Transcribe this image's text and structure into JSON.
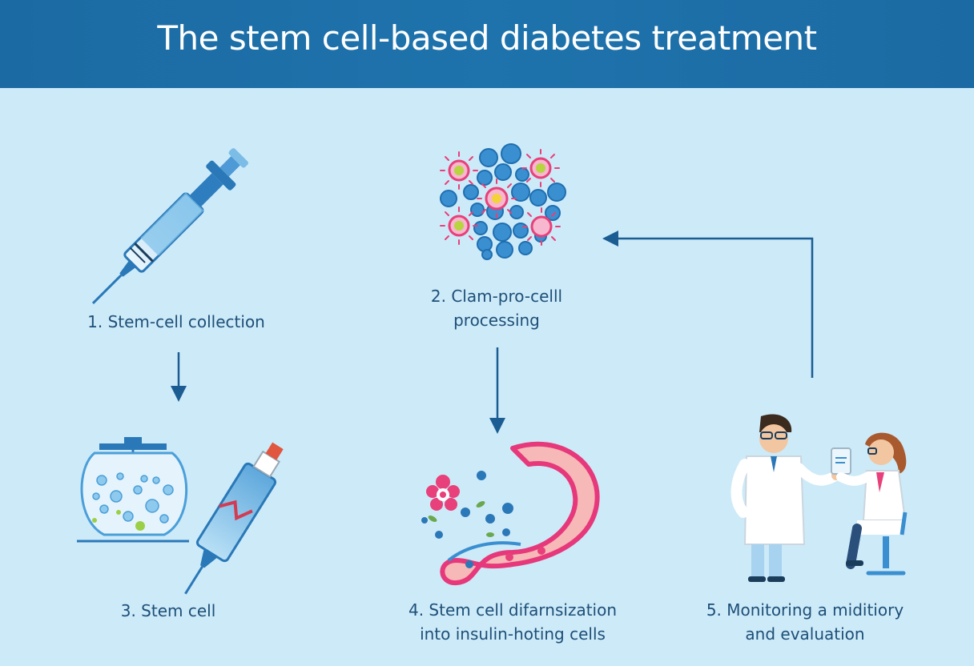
{
  "title": "The stem cell-based diabetes treatment",
  "steps": [
    {
      "id": 1,
      "lines": [
        "1. Stem-cell collection"
      ],
      "icon": "syringe-icon"
    },
    {
      "id": 2,
      "lines": [
        "2. Clam-pro-celll",
        "processing"
      ],
      "icon": "cells-cluster-icon"
    },
    {
      "id": 3,
      "lines": [
        "3. Stem cell"
      ],
      "icon": "culture-jar-and-syringe-icon"
    },
    {
      "id": 4,
      "lines": [
        "4. Stem cell difarnsization",
        "into insulin-hoting cells"
      ],
      "icon": "pancreas-icon"
    },
    {
      "id": 5,
      "lines": [
        "5. Monitoring a miditiory",
        "and evaluation"
      ],
      "icon": "doctors-icon"
    }
  ],
  "colors": {
    "banner": "#1c6aa3",
    "background": "#cdeaf8",
    "label_text": "#1d4f78",
    "arrow": "#1b5d93",
    "accent_pink": "#e8407a",
    "cell_blue": "#3a8fd0"
  }
}
